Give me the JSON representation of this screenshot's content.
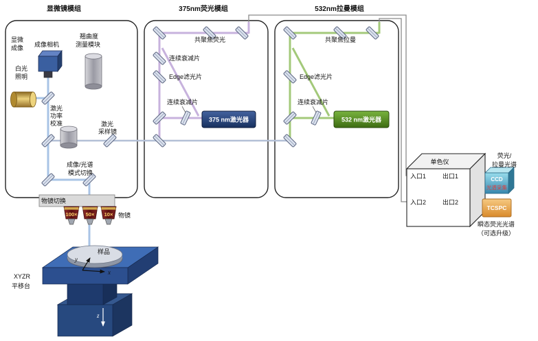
{
  "titles": {
    "m1": "显微镜模组",
    "m2": "375nm荧光模组",
    "m3": "532nm拉曼模组"
  },
  "m1": {
    "micro1": "显微",
    "micro2": "成像",
    "camera": "成像相机",
    "warp1": "翘曲度",
    "warp2": "测量模块",
    "white1": "白光",
    "white2": "照明",
    "pow1": "激光",
    "pow2": "功率",
    "pow3": "校准",
    "samp1": "激光",
    "samp2": "采样镜",
    "mode1": "成像/光谱",
    "mode2": "模式切换",
    "turret": "物镜切换",
    "obj100": "100×",
    "obj50": "50×",
    "obj10": "10×",
    "objective": "物镜",
    "sample": "样品",
    "stage1": "XYZR",
    "stage2": "平移台",
    "ax": "x",
    "ay": "y",
    "az": "z"
  },
  "m2": {
    "confocal": "共聚焦荧光",
    "att1": "连续衰减片",
    "edge": "Edge滤光片",
    "att2": "连续衰减片",
    "laser": "375 nm激光器"
  },
  "m3": {
    "confocal": "共聚焦拉曼",
    "edge": "Edge滤光片",
    "att": "连续衰减片",
    "laser": "532 nm激光器"
  },
  "mono": {
    "title": "单色仪",
    "in1": "入口1",
    "in2": "入口2",
    "out1": "出口1",
    "out2": "出口2"
  },
  "det": {
    "spec1": "荧光/",
    "spec2": "拉曼光谱",
    "ccd": "CCD",
    "ccdsub": "光谱采集",
    "tcspc": "TCSPC",
    "tr1": "瞬态荧光光谱",
    "tr2": "（可选升级）"
  },
  "colors": {
    "beam_blue": "#a9c4e6",
    "beam_purple": "#c7b2dd",
    "beam_green": "#a3c97a",
    "laser_375_box": "#1f3864",
    "laser_532_box": "#538135",
    "stage_blue": "#2e5596",
    "objective_body": "#7a1f1f",
    "ccd_box": "#56aec4",
    "tcspc_box": "#e8a050",
    "white_light": "#d9b85a"
  }
}
